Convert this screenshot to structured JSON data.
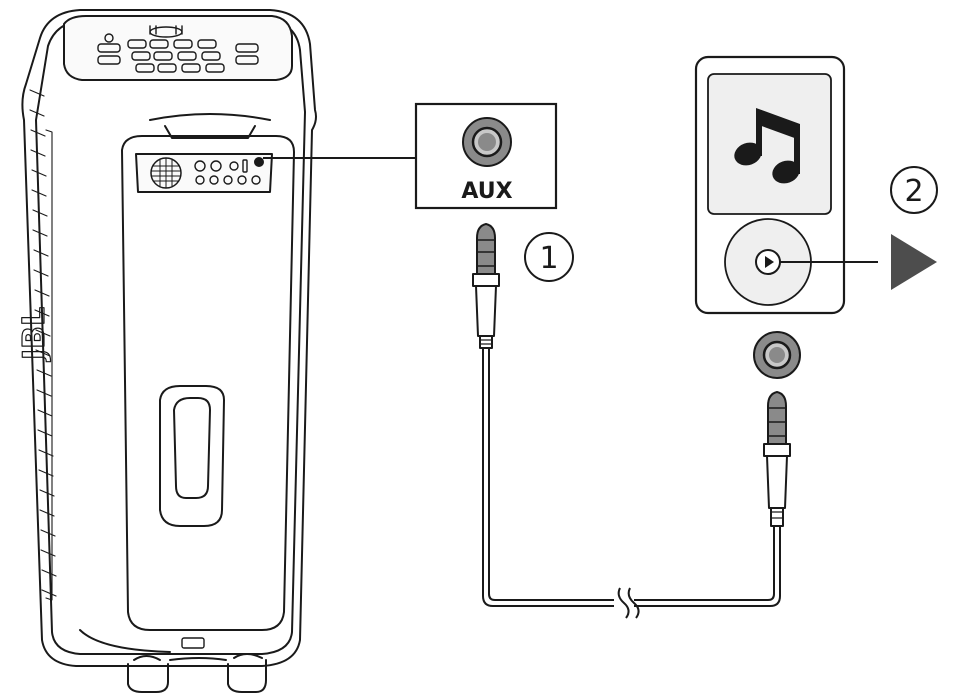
{
  "diagram": {
    "aux_label": "AUX",
    "step1": "1",
    "step2": "2",
    "speaker_logo": "JBL",
    "icons": {
      "speaker": "party-speaker-icon",
      "aux_port": "aux-port-icon",
      "cable": "audio-cable-icon",
      "player": "media-player-icon",
      "music_note": "music-note-icon",
      "play_button": "play-button-icon",
      "play_arrow": "play-arrow-icon"
    },
    "colors": {
      "stroke": "#1a1a1a",
      "port_fill": "#8a8a8a",
      "screen_fill": "#efefef",
      "arrow_fill": "#4d4d4d"
    }
  }
}
